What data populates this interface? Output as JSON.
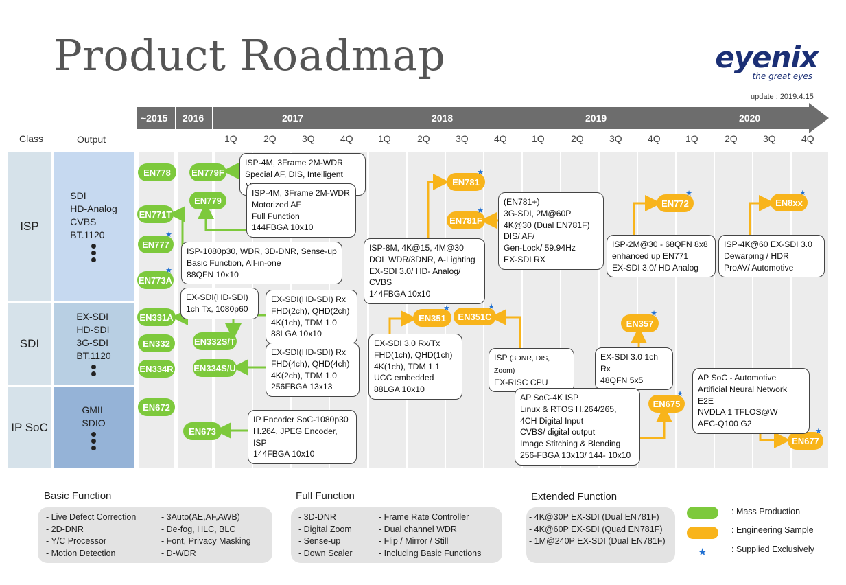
{
  "title": "Product Roadmap",
  "logo": {
    "wordmark": "eyenix",
    "tagline": "the great eyes"
  },
  "update": "update :  2019.4.15",
  "colors": {
    "mass_production": "#7dc93c",
    "engineering_sample": "#f8b41b",
    "exclusive_star": "#1f6fd1",
    "timeline": "#6d6d6d",
    "row_band": "#d6e2ea"
  },
  "headers": {
    "class": "Class",
    "output": "Output"
  },
  "timeline": {
    "years": [
      "~2015",
      "2016",
      "2017",
      "2018",
      "2019",
      "2020"
    ],
    "quarters": [
      "1Q",
      "2Q",
      "3Q",
      "4Q",
      "1Q",
      "2Q",
      "3Q",
      "4Q",
      "1Q",
      "2Q",
      "3Q",
      "4Q",
      "1Q",
      "2Q",
      "3Q",
      "4Q"
    ]
  },
  "rows": [
    {
      "class": "ISP",
      "output": "SDI\nHD-Analog\nCVBS\nBT.1120"
    },
    {
      "class": "SDI",
      "output": "EX-SDI\nHD-SDI\n3G-SDI\nBT.1120"
    },
    {
      "class": "IP SoC",
      "output": "GMII\nSDIO"
    }
  ],
  "products": {
    "en778": "EN778",
    "en779f": "EN779F",
    "en779": "EN779",
    "en771t": "EN771T",
    "en777": "EN777",
    "en773a": "EN773A",
    "en781": "EN781",
    "en781f": "EN781F",
    "en772": "EN772",
    "en8xx": "EN8xx",
    "en331a": "EN331A",
    "en332": "EN332",
    "en334r": "EN334R",
    "en332st": "EN332S/T",
    "en334su": "EN334S/U",
    "en351": "EN351",
    "en351c": "EN351C",
    "en357": "EN357",
    "en672": "EN672",
    "en673": "EN673",
    "en675": "EN675",
    "en677": "EN677"
  },
  "notes": {
    "en779f": "ISP-4M, 3Frame 2M-WDR\nSpecial AF, DIS, Intelligent M/D",
    "en779": "ISP-4M, 3Frame 2M-WDR\nMotorized AF\nFull Function\n144FBGA 10x10",
    "en771t": "ISP-1080p30, WDR, 3D-DNR, Sense-up\nBasic Function, All-in-one\n88QFN 10x10",
    "en781": "ISP-8M,   4K@15, 4M@30\nDOL WDR/3DNR, A-Lighting\nEX-SDI 3.0/ HD- Analog/ CVBS\n144FBGA 10x10",
    "en781f": "(EN781+)\n3G-SDI, 2M@60P\n4K@30 (Dual EN781F)\nDIS/ AF/\nGen-Lock/  59.94Hz\nEX-SDI RX",
    "en772": "ISP-2M@30  - 68QFN 8x8\nenhanced up EN771\nEX-SDI 3.0/  HD Analog",
    "en8xx": "ISP-4K@60 EX-SDI 3.0\nDewarping / HDR\nProAV/ Automotive",
    "en331a": "EX-SDI(HD-SDI)\n1ch Tx, 1080p60",
    "en332st": "EX-SDI(HD-SDI) Rx\nFHD(2ch), QHD(2ch)\n4K(1ch), TDM 1.0\n88LGA 10x10",
    "en334su": "EX-SDI(HD-SDI) Rx\nFHD(4ch), QHD(4ch)\n4K(2ch), TDM 1.0\n256FBGA 13x13",
    "en351": "EX-SDI 3.0 Rx/Tx\nFHD(1ch), QHD(1ch)\n4K(1ch), TDM 1.1\nUCC embedded\n88LGA 10x10",
    "en351c_a": "ISP ",
    "en351c_b": "(3DNR, DIS, Zoom)",
    "en351c_c": "EX-RISC CPU",
    "en357": "EX-SDI 3.0 1ch Rx\n48QFN 5x5",
    "en673": "IP Encoder SoC-1080p30\nH.264, JPEG Encoder, ISP\n144FBGA 10x10",
    "en675": "AP SoC-4K ISP\nLinux & RTOS  H.264/265,\n4CH Digital Input\nCVBS/ digital output\nImage Stitching & Blending\n256-FBGA 13x13/ 144- 10x10",
    "en677": "AP SoC - Automotive\nArtificial Neural Network E2E\nNVDLA 1 TFLOS@W\nAEC-Q100 G2"
  },
  "legend": {
    "basic": {
      "title": "Basic Function",
      "left": "- Live Defect Correction\n- 2D-DNR\n- Y/C Processor\n- Motion Detection",
      "right": "- 3Auto(AE,AF,AWB)\n- De-fog, HLC, BLC\n- Font, Privacy  Masking\n- D-WDR"
    },
    "full": {
      "title": "Full Function",
      "left": "- 3D-DNR\n- Digital Zoom\n- Sense-up\n- Down Scaler",
      "right": "- Frame Rate Controller\n- Dual channel   WDR\n- Flip /  Mirror /  Still\n- Including Basic Functions"
    },
    "extended": {
      "title": "Extended Function",
      "items": "- 4K@30P EX-SDI (Dual EN781F)\n- 4K@60P EX-SDI (Quad EN781F)\n- 1M@240P EX-SDI (Dual EN781F)"
    },
    "key": {
      "mass_production": ":   Mass Production",
      "engineering_sample": ":   Engineering Sample",
      "exclusive": ":   Supplied Exclusively"
    }
  }
}
